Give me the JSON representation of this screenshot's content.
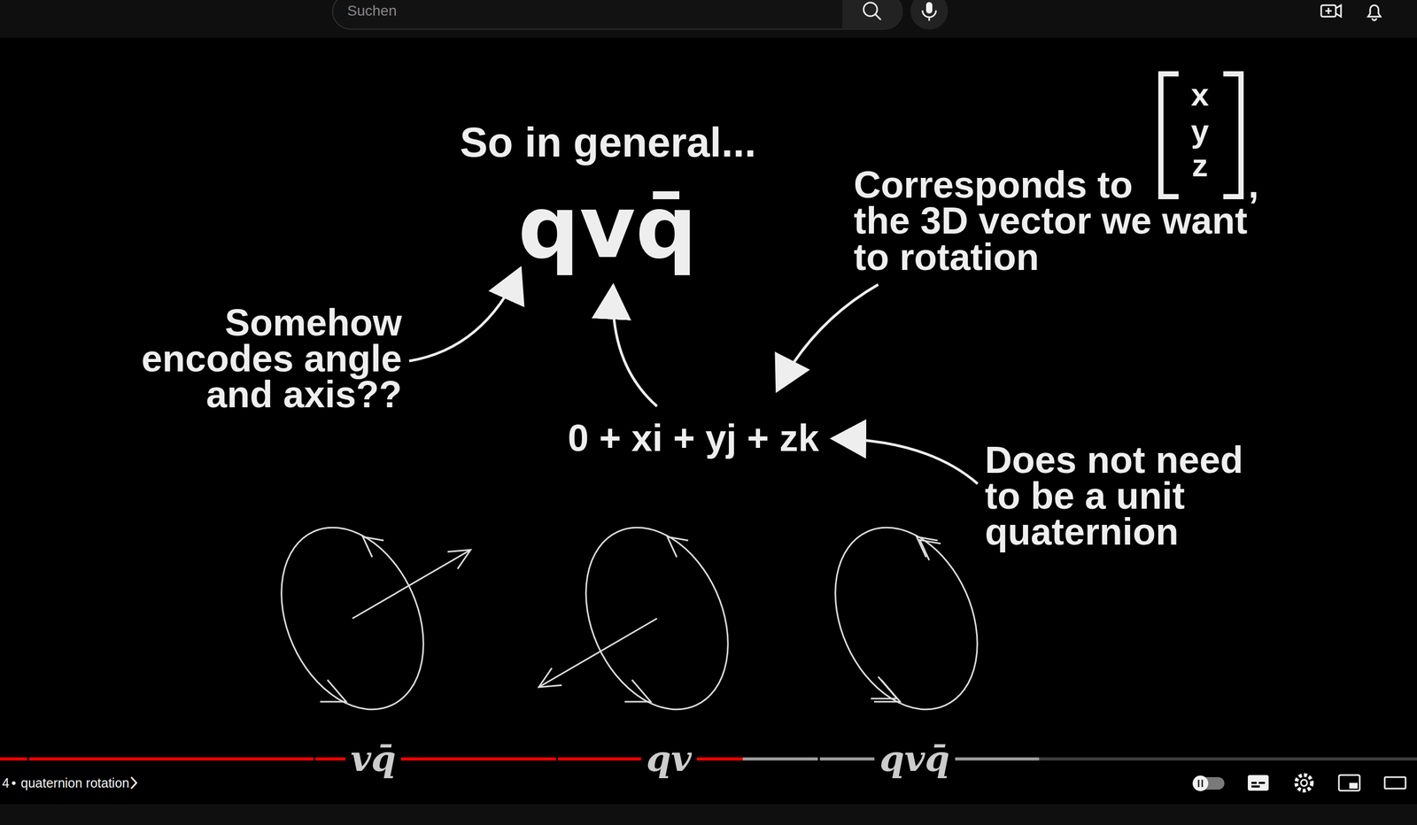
{
  "diagram": {
    "title": "So in general...",
    "labels": [
      "Suchen",
      "qvq̄",
      "Somehow encodes angle and axis??",
      "Corresponds to",
      "x",
      "y",
      "z",
      ",",
      "the 3D vector we want to rotation",
      "0 + xi + yj + zk",
      "Does not need to be a unit quaternion",
      "vq̄",
      "qv",
      "qvq̄",
      "4",
      "•",
      "quaternion rotation"
    ]
  }
}
